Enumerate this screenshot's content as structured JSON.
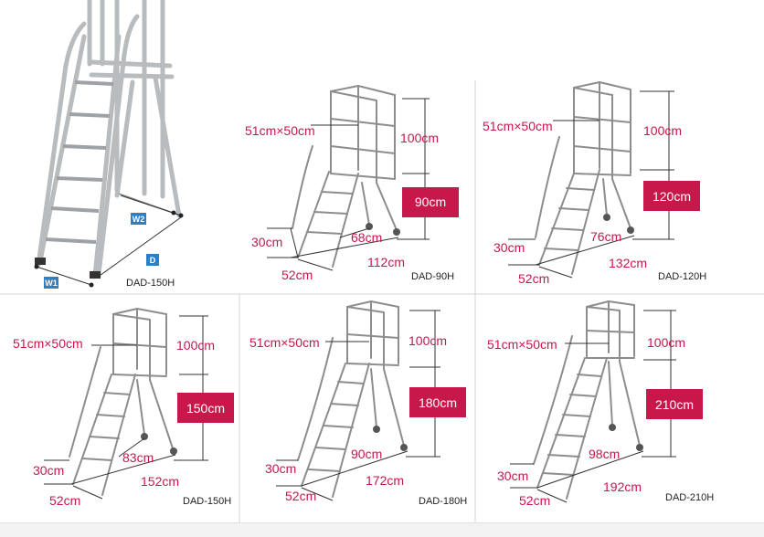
{
  "figure": {
    "photo": {
      "model": "DAD-150H",
      "tags": {
        "w1": "W1",
        "w2": "W2",
        "d": "D"
      }
    },
    "panels": [
      {
        "id": "dad-90h",
        "model": "DAD-90H",
        "platform": "51cm×50cm",
        "rail": "100cm",
        "height": "90cm",
        "step": "30cm",
        "depth_inner": "68cm",
        "depth": "112cm",
        "width": "52cm"
      },
      {
        "id": "dad-120h",
        "model": "DAD-120H",
        "platform": "51cm×50cm",
        "rail": "100cm",
        "height": "120cm",
        "step": "30cm",
        "depth_inner": "76cm",
        "depth": "132cm",
        "width": "52cm"
      },
      {
        "id": "dad-150h",
        "model": "DAD-150H",
        "platform": "51cm×50cm",
        "rail": "100cm",
        "height": "150cm",
        "step": "30cm",
        "depth_inner": "83cm",
        "depth": "152cm",
        "width": "52cm"
      },
      {
        "id": "dad-180h",
        "model": "DAD-180H",
        "platform": "51cm×50cm",
        "rail": "100cm",
        "height": "180cm",
        "step": "30cm",
        "depth_inner": "90cm",
        "depth": "172cm",
        "width": "52cm"
      },
      {
        "id": "dad-210h",
        "model": "DAD-210H",
        "platform": "51cm×50cm",
        "rail": "100cm",
        "height": "210cm",
        "step": "30cm",
        "depth_inner": "98cm",
        "depth": "192cm",
        "width": "52cm"
      }
    ]
  }
}
